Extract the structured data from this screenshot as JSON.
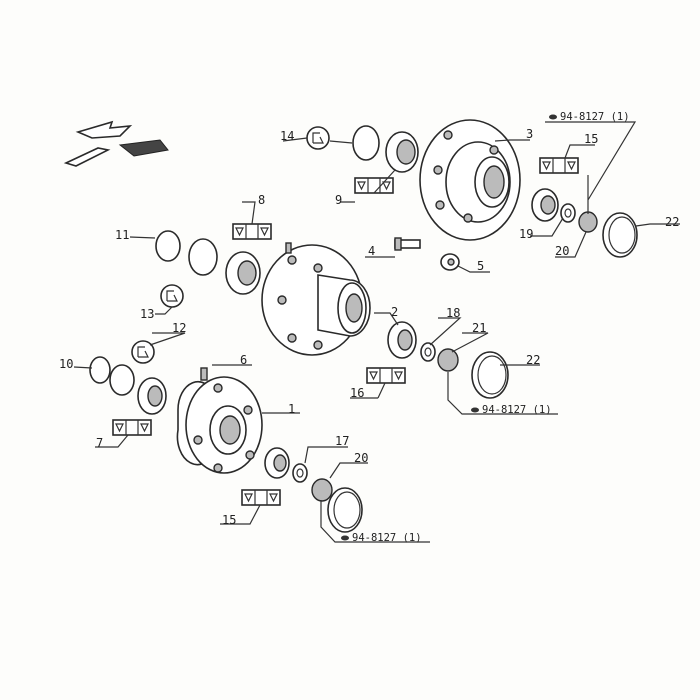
{
  "title": "Wheel hub assembly exploded diagram",
  "part_reference": "94-8127 (1)",
  "callouts": {
    "c1": "1",
    "c2": "2",
    "c3": "3",
    "c4": "4",
    "c5": "5",
    "c6": "6",
    "c7": "7",
    "c8": "8",
    "c9": "9",
    "c10": "10",
    "c11": "11",
    "c12": "12",
    "c13": "13",
    "c14": "14",
    "c15a": "15",
    "c15b": "15",
    "c16": "16",
    "c17": "17",
    "c18": "18",
    "c19": "19",
    "c20a": "20",
    "c20b": "20",
    "c21": "21",
    "c22a": "22",
    "c22b": "22"
  },
  "refs": {
    "top": "94-8127 (1)",
    "middle": "94-8127 (1)",
    "bottom": "94-8127 (1)"
  }
}
